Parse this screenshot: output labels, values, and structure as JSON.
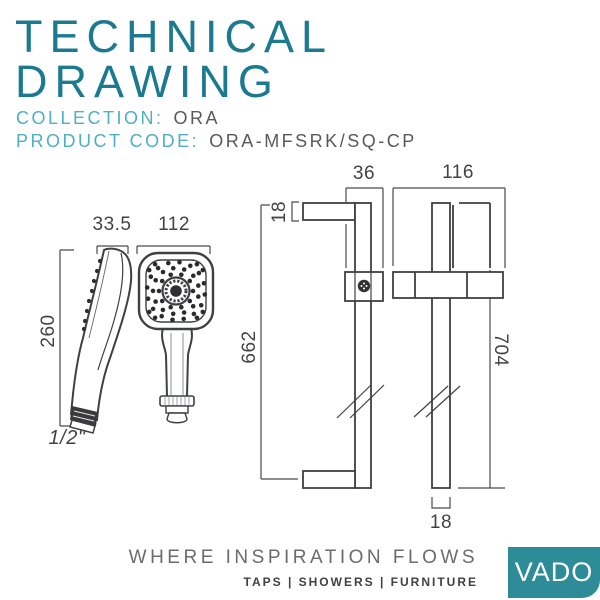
{
  "header": {
    "title_line1": "TECHNICAL",
    "title_line2": "DRAWING",
    "collection_label": "COLLECTION:",
    "collection_value": "ORA",
    "product_label": "PRODUCT CODE:",
    "product_value": "ORA-MFSRK/SQ-CP"
  },
  "dimensions": {
    "handset_depth": "33.5",
    "handset_width": "112",
    "handset_length": "260",
    "connection_size": "1/2\"",
    "rail_depth": "36",
    "arm_height": "18",
    "rail_length_side": "662",
    "bracket_width": "116",
    "rail_length_front": "704",
    "rail_width": "18"
  },
  "footer": {
    "tagline": "WHERE INSPIRATION FLOWS",
    "categories": "TAPS | SHOWERS | FURNITURE",
    "brand": "VADO"
  },
  "colors": {
    "title_teal": "#1B7A8F",
    "label_teal": "#4FAFC4",
    "value_gray": "#58595B",
    "line_gray": "#3F4042",
    "brand_teal": "#2E8C99"
  }
}
